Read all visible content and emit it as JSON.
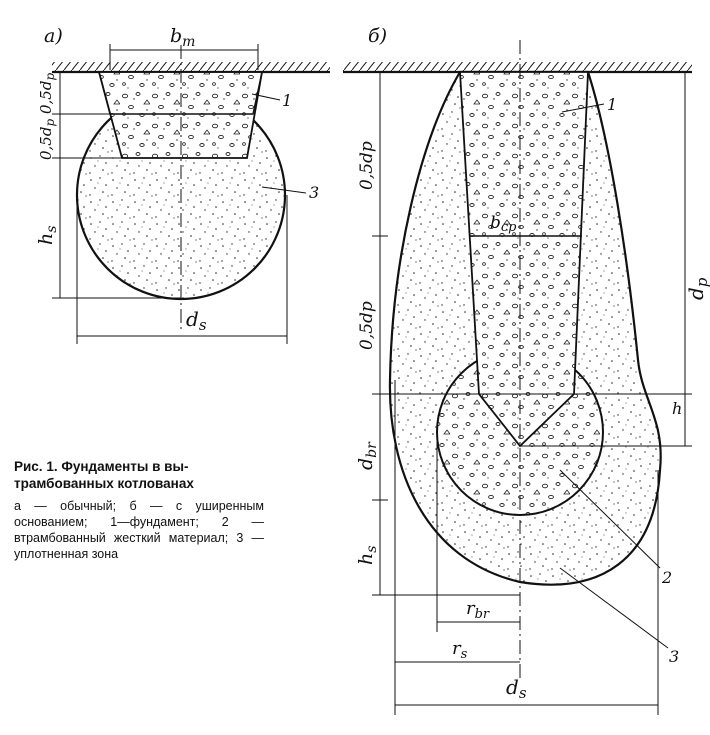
{
  "panels": {
    "a": {
      "label": "а)",
      "dims": {
        "bm": "b",
        "bm_sub": "m",
        "hs": "h",
        "hs_sub": "s",
        "ds": "d",
        "ds_sub": "s",
        "top_left": "0,5d",
        "top_left_sub": "p",
        "mid_left": "0,5d",
        "mid_left_sub": "p"
      },
      "leaders": {
        "one": "1",
        "three": "3"
      }
    },
    "b": {
      "label": "б)",
      "dims": {
        "half_dp_1": "0,5dp",
        "half_dp_2": "0,5dp",
        "dbr": "d",
        "dbr_sub": "br",
        "hs": "h",
        "hs_sub": "s",
        "dp": "d",
        "dp_sub": "p",
        "bcp": "b",
        "bcp_sub": "cp",
        "h_right": "h",
        "rbr": "r",
        "rbr_sub": "br",
        "rs": "r",
        "rs_sub": "s",
        "ds": "d",
        "ds_sub": "s"
      },
      "leaders": {
        "one": "1",
        "two": "2",
        "three": "3"
      }
    }
  },
  "caption": {
    "title_line1": "Рис. 1. Фундаменты в вы-",
    "title_line2": "трамбованных котлованах",
    "legend": "а — обычный; б — с уширенным основанием; 1—фундамент; 2 — втрамбованный жесткий материал; 3 — уплотненная зона"
  },
  "colors": {
    "ink": "#111111",
    "paper": "#ffffff"
  }
}
